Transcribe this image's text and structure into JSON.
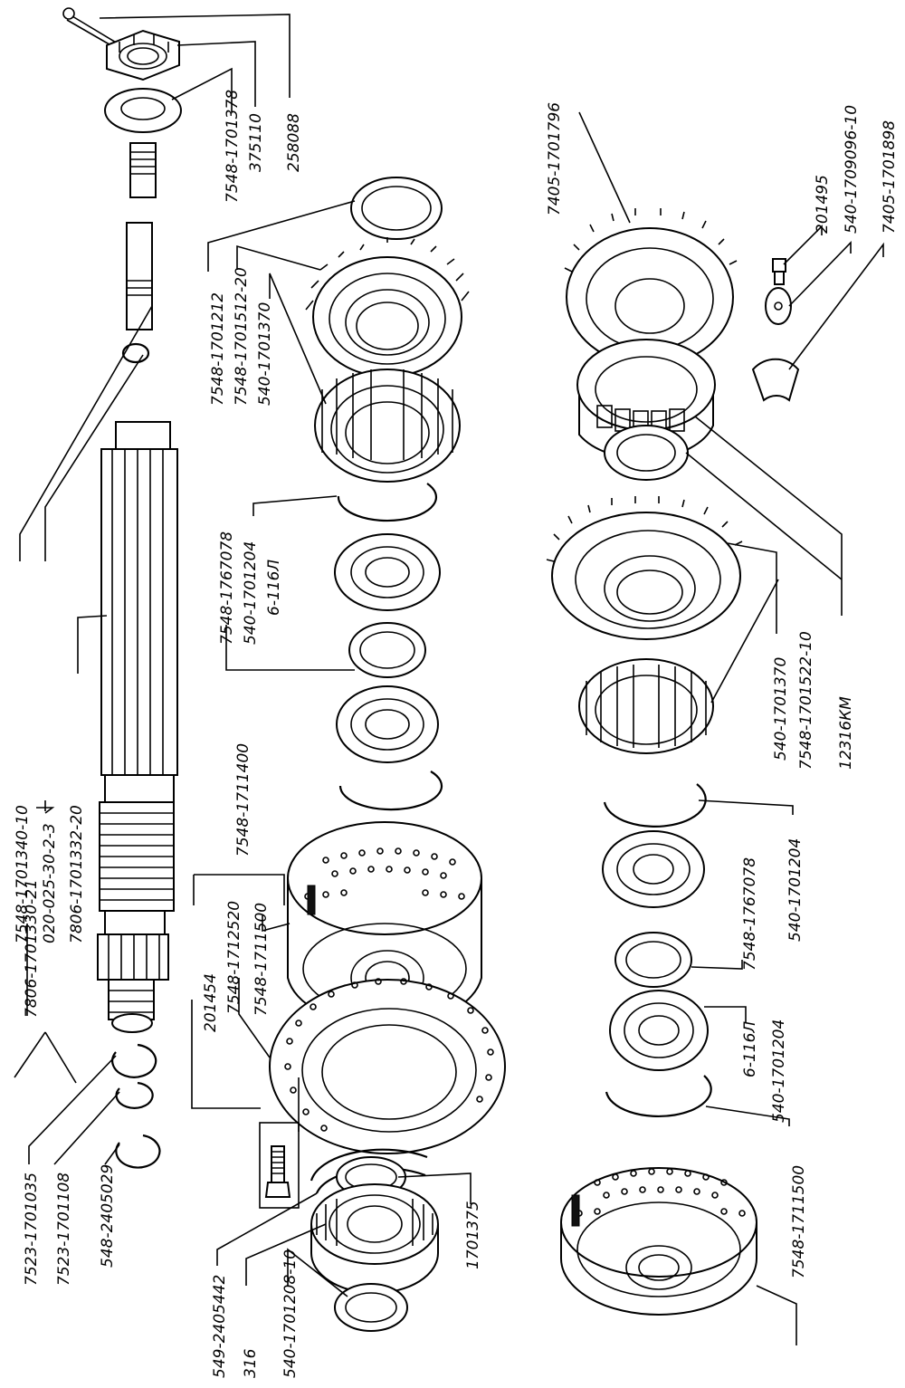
{
  "labels": {
    "p7548_1701378": "7548-1701378",
    "p375110": "375110",
    "p258088": "258088",
    "p7548_1701212": "7548-1701212",
    "p7548_1701512_20": "7548-1701512-20",
    "p540_1701370_top": "540-1701370",
    "p7405_1701796": "7405-1701796",
    "p201495": "201495",
    "p540_1709096_10": "540-1709096-10",
    "p7405_1701898": "7405-1701898",
    "p7548_1767078_mid": "7548-1767078",
    "p540_1701204_mid": "540-1701204",
    "p6_116L_mid": "6-116Л",
    "p7548_1701340_10": "7548-1701340-10",
    "p020_025_30_2_3": "020-025-30-2-3",
    "p7806_1701332_20": "7806-1701332-20",
    "p540_1701370_right": "540-1701370",
    "p7548_1701522_10": "7548-1701522-10",
    "p12316KM": "12316КМ",
    "p7548_1711400": "7548-1711400",
    "p7806_1701330_21": "7806-1701330-21",
    "p7548_1767078_right": "7548-1767078",
    "p540_1701204_right": "540-1701204",
    "p201454": "201454",
    "p7548_1712520": "7548-1712520",
    "p7548_1711500_mid": "7548-1711500",
    "p6_116L_right": "6-116Л",
    "p540_1701204_low": "540-1701204",
    "p7523_1701035": "7523-1701035",
    "p7523_1701108": "7523-1701108",
    "p548_2405029": "548-2405029",
    "p1701375": "1701375",
    "p7548_1711500_right": "7548-1711500",
    "p549_2405442": "549-2405442",
    "p316": "316",
    "p540_1701208_10": "540-1701208-10"
  }
}
